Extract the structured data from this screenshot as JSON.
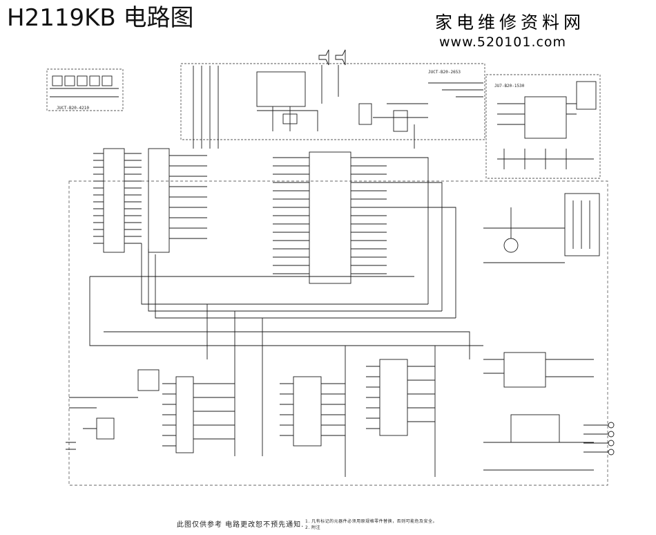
{
  "title": "H2119KB 电路图",
  "site": {
    "name": "家电维修资料网",
    "url": "www.520101.com"
  },
  "board_labels": {
    "keyboard": "JUCT-B20-4210",
    "main": "JUCT-B20-2653",
    "crt": "JU7-B20-1530"
  },
  "footer": {
    "disclaimer": "此图仅供参考 电路更改恕不预先通知.",
    "notes": [
      "1. 凡有标记的元器件必须用原规格零件替换，否则可能危及安全。",
      "2. 附注"
    ]
  },
  "colors": {
    "ink": "#1a1a1a",
    "paper": "#ffffff",
    "dash": "#555555"
  }
}
